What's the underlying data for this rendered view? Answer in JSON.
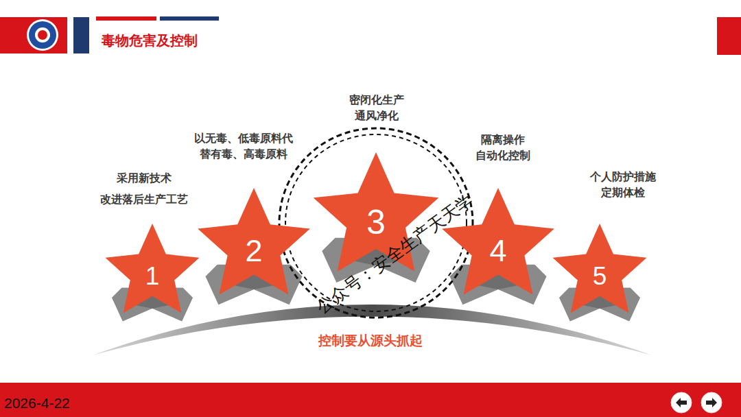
{
  "diagram": {
    "title": "毒物危害及控制",
    "nodes": [
      {
        "text": [
          "采用新技术 改进落后生产工艺",
          "1"
        ]
      },
      {
        "text": [
          "以无毒、低毒原料代 替有毒、高毒原料",
          "2"
        ]
      },
      {
        "text": [
          "密闭化生产 通风净化",
          "3"
        ]
      },
      {
        "text": [
          "隔离操作 自动化控制",
          "4"
        ]
      },
      {
        "text": [
          "个人防护措施 定期体检",
          "5"
        ]
      }
    ],
    "labels": [
      "控制要从源头抓起",
      "公众号：安全生产天天学",
      "2026-4-22"
    ]
  }
}
